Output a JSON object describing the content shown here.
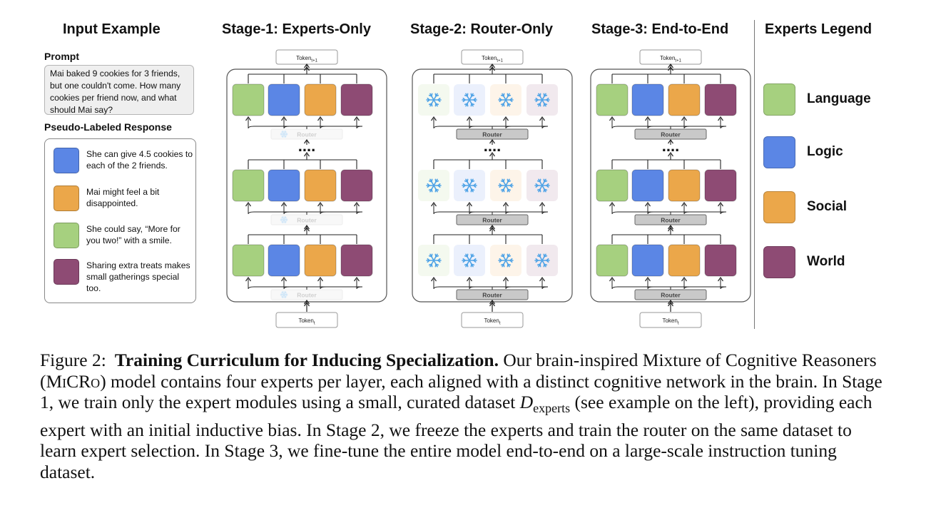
{
  "columns": {
    "input_example": "Input Example",
    "stage1": "Stage-1: Experts-Only",
    "stage2": "Stage-2: Router-Only",
    "stage3": "Stage-3: End-to-End",
    "legend": "Experts Legend"
  },
  "input": {
    "prompt_label": "Prompt",
    "prompt_text": "Mai baked 9 cookies for 3 friends, but one couldn't come. How many cookies per friend now, and what should Mai say?",
    "response_label": "Pseudo-Labeled Response",
    "responses": [
      {
        "expert": "Logic",
        "color": "#5b86e5",
        "text": "She can give 4.5 cookies to each of the 2 friends."
      },
      {
        "expert": "Social",
        "color": "#eba74a",
        "text": "Mai might feel a bit disappointed."
      },
      {
        "expert": "Language",
        "color": "#a6d07f",
        "text": "She could say, “More for you two!” with a smile."
      },
      {
        "expert": "World",
        "color": "#8e4b74",
        "text": "Sharing extra treats makes small gatherings special too."
      }
    ]
  },
  "diagram": {
    "token_out": "Token",
    "token_out_sub": "t+1",
    "token_in": "Token",
    "token_in_sub": "t",
    "router": "Router",
    "ellipsis": "....",
    "frozen_icon": "snowflake-icon"
  },
  "legend": [
    {
      "name": "Language",
      "color": "#a6d07f"
    },
    {
      "name": "Logic",
      "color": "#5b86e5"
    },
    {
      "name": "Social",
      "color": "#eba74a"
    },
    {
      "name": "World",
      "color": "#8e4b74"
    }
  ],
  "caption": {
    "label": "Figure 2:",
    "title": "Training Curriculum for Inducing Specialization.",
    "p1": " Our brain-inspired Mixture of Cognitive Reasoners (",
    "model": "MiCRo",
    "p2": ") model contains four experts per layer, each aligned with a distinct cognitive network in the brain. In Stage 1, we train only the expert modules using a small, curated dataset ",
    "dataset_symbol": "D",
    "dataset_sub": "experts",
    "p3": " (see example on the left), providing each expert with an initial inductive bias. In Stage 2, we freeze the experts and train the router on the same dataset to learn expert selection. In Stage 3, we fine-tune the entire model end-to-end on a large-scale instruction tuning dataset."
  }
}
